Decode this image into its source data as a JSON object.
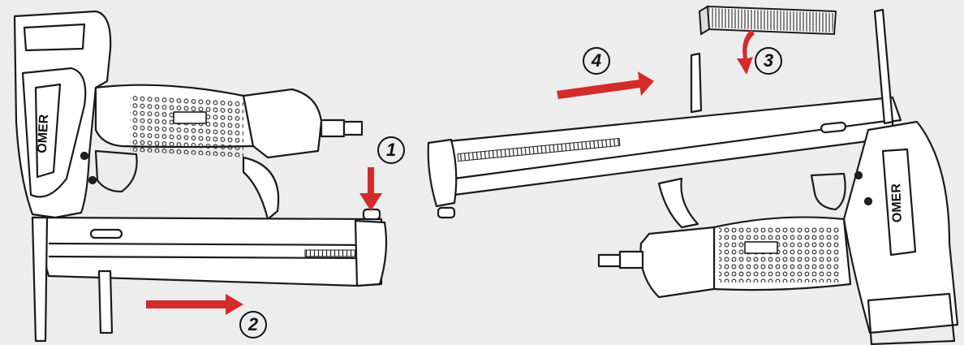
{
  "colors": {
    "background": "#ededed",
    "arrow": "#d42b2b",
    "line": "#1a1a1a"
  },
  "brand": "OMER",
  "steps": [
    {
      "number": "1"
    },
    {
      "number": "2"
    },
    {
      "number": "3"
    },
    {
      "number": "4"
    }
  ]
}
